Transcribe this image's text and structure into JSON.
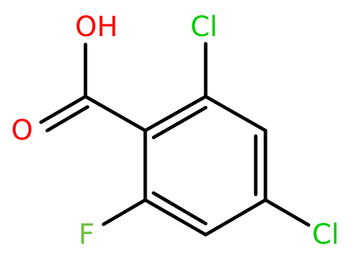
{
  "molecule": {
    "atoms": [
      {
        "id": "oh",
        "label": "OH",
        "color": "#ff0000"
      },
      {
        "id": "o",
        "label": "O",
        "color": "#ff0000"
      },
      {
        "id": "cl1",
        "label": "Cl",
        "color": "#00cc00"
      },
      {
        "id": "cl2",
        "label": "Cl",
        "color": "#00cc00"
      },
      {
        "id": "f",
        "label": "F",
        "color": "#6fbf3f"
      }
    ],
    "bond_color": "#000000"
  }
}
